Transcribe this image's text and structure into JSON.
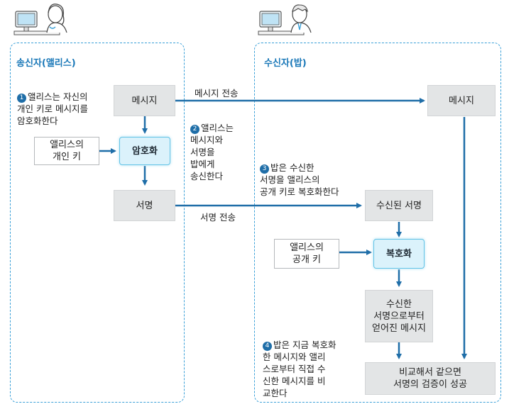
{
  "sender": {
    "title": "송신자(앨리스)",
    "message_box": "메시지",
    "private_key_box": "앨리스의\n개인 키",
    "encrypt_box": "암호화",
    "signature_box": "서명"
  },
  "receiver": {
    "title": "수신자(밥)",
    "message_box": "메시지",
    "received_signature_box": "수신된 서명",
    "public_key_box": "앨리스의\n공개 키",
    "decrypt_box": "복호화",
    "decrypted_message_box": "수신한\n서명으로부터\n얻어진 메시지",
    "compare_box": "비교해서 같으면\n서명의 검증이 성공"
  },
  "edges": {
    "message_transfer": "메시지 전송",
    "signature_transfer": "서명 전송"
  },
  "steps": [
    {
      "num": "1",
      "text": "앨리스는 자신의\n개인 키로 메시지를\n암호화한다"
    },
    {
      "num": "2",
      "text": "앨리스는\n메시지와\n서명을\n밥에게\n송신한다"
    },
    {
      "num": "3",
      "text": "밥은 수신한\n서명을 앨리스의\n공개 키로 복호화한다"
    },
    {
      "num": "4",
      "text": "밥은 지금 복호화\n한 메시지와 앨리\n스로부터 직접 수\n신한 메시지를 비\n교한다"
    }
  ],
  "colors": {
    "accent": "#1f6ea8",
    "panel_border": "#3aa0d8",
    "title": "#1a78b8",
    "gray_box": "#e3e5e6",
    "cyan_box": "#dbf2fb"
  },
  "icons": [
    "person-at-computer-woman-icon",
    "person-at-computer-man-icon"
  ]
}
